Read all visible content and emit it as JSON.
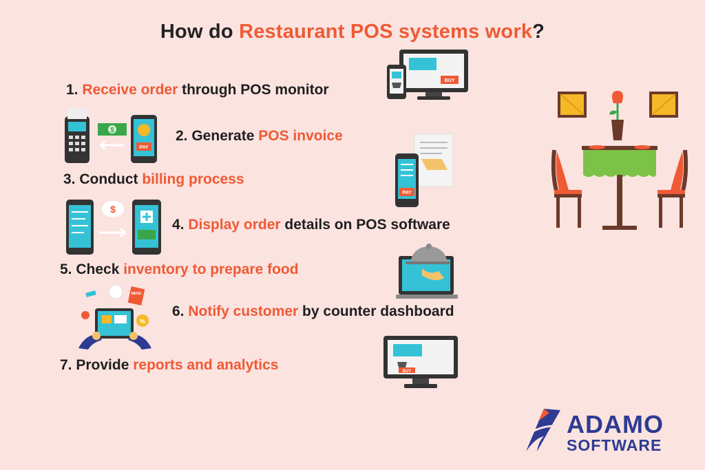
{
  "title": {
    "pre": "How do ",
    "highlight": "Restaurant POS systems work",
    "post": "?"
  },
  "steps": [
    {
      "pre": "1. ",
      "highlight": "Receive order",
      "post": " through POS monitor"
    },
    {
      "pre": "2. Generate ",
      "highlight": "POS invoice",
      "post": ""
    },
    {
      "pre": "3. Conduct ",
      "highlight": "billing process",
      "post": ""
    },
    {
      "pre": "4. ",
      "highlight": "Display order",
      "post": " details on POS software"
    },
    {
      "pre": "5. Check ",
      "highlight": "inventory to prepare food",
      "post": ""
    },
    {
      "pre": "6. ",
      "highlight": "Notify customer",
      "post": " by counter dashboard"
    },
    {
      "pre": "7. Provide ",
      "highlight": "reports and analytics",
      "post": ""
    }
  ],
  "icons": {
    "buy_label": "BUY",
    "pay_label": "PAY",
    "pay_label_2": "PAY",
    "dollar": "$",
    "menu_label": "MENU",
    "percent": "%"
  },
  "logo": {
    "line1": "ADAMO",
    "line2": "SOFTWARE"
  },
  "colors": {
    "background": "#fbe3e0",
    "highlight": "#ef5a35",
    "text": "#1f1f1f",
    "brand": "#2d3b93"
  }
}
